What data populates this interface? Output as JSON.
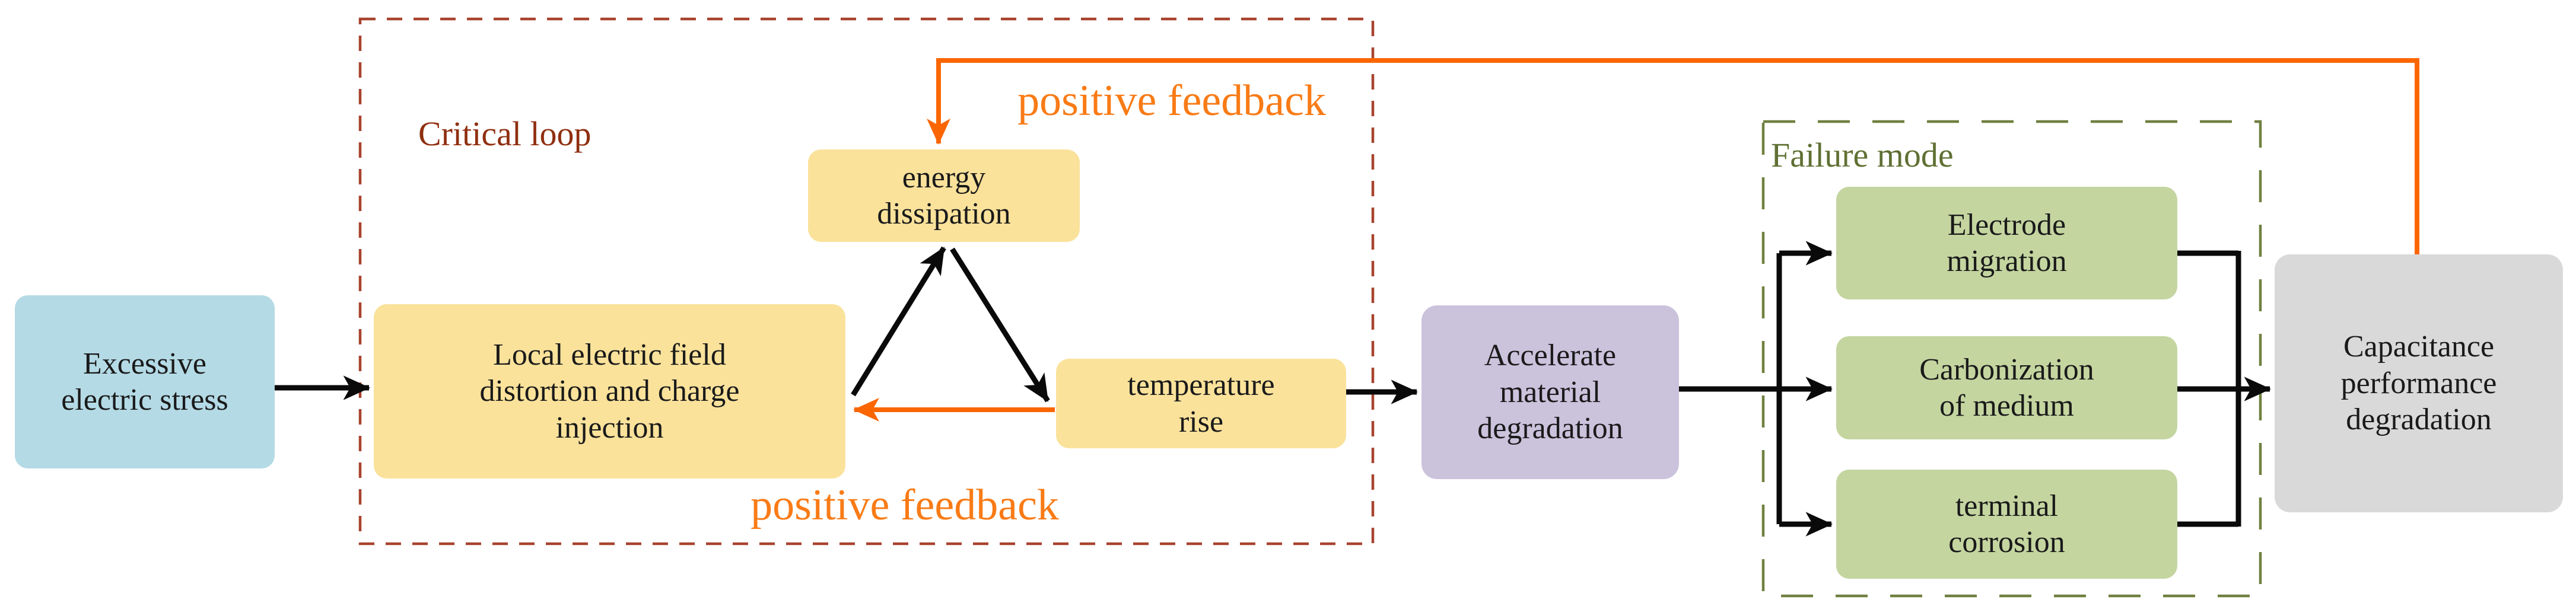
{
  "diagram": {
    "description_note": "flow diagram of capacitor degradation under excessive electric stress"
  },
  "nodes": {
    "excessive": {
      "label": "Excessive\nelectric stress"
    },
    "local_field": {
      "label": "Local electric field\ndistortion and charge\ninjection"
    },
    "energy": {
      "label": "energy\ndissipation"
    },
    "temperature": {
      "label": "temperature\nrise"
    },
    "accelerate": {
      "label": "Accelerate\nmaterial\ndegradation"
    },
    "electrode": {
      "label": "Electrode\nmigration"
    },
    "carbonization": {
      "label": "Carbonization\nof medium"
    },
    "terminal": {
      "label": "terminal\ncorrosion"
    },
    "capacitance": {
      "label": "Capacitance\nperformance\ndegradation"
    }
  },
  "groups": {
    "critical_loop": {
      "label": "Critical loop"
    },
    "failure_mode": {
      "label": "Failure mode"
    }
  },
  "annotations": {
    "positive_feedback_top": {
      "label": "positive feedback"
    },
    "positive_feedback_bottom": {
      "label": "positive feedback"
    }
  },
  "colors": {
    "yellow_box": "#FAE29B",
    "blue_box": "#B4DAE5",
    "purple_box": "#CBC2DC",
    "green_box": "#C4D5A0",
    "gray_box": "#D9D9D9",
    "orange_line": "#FB6602",
    "orange_text": "#F97B16",
    "critical_loop_border": "#A8432F",
    "critical_loop_text": "#8F2F10",
    "failure_mode_border": "#708040",
    "failure_mode_text": "#5F7033",
    "arrow_black": "#0A0A0A"
  }
}
